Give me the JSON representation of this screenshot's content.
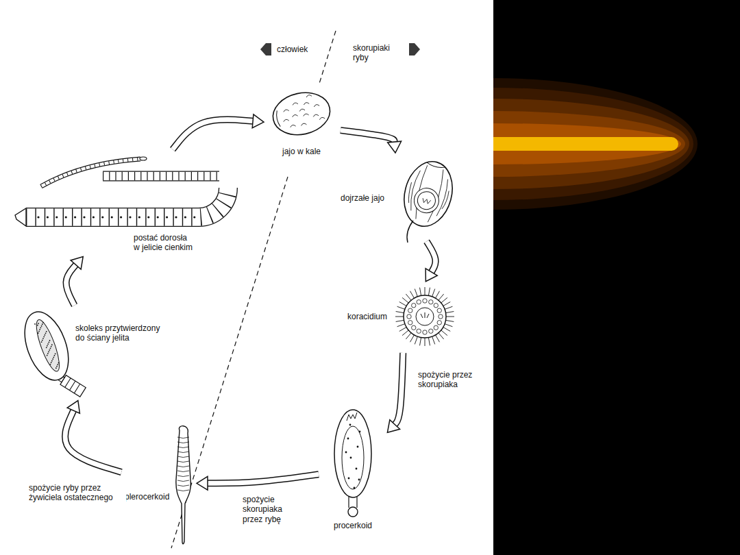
{
  "diagram": {
    "nodes": [
      {
        "text": [
          "jajo w kale"
        ]
      },
      {
        "text": [
          "dojrzałe jajo"
        ]
      },
      {
        "text": [
          "koracidium"
        ]
      },
      {
        "text": [
          "procerkoid"
        ]
      },
      {
        "text": [
          "plerocerkoid"
        ]
      },
      {
        "text": [
          "skoleks przytwierdzony do ściany jelita"
        ]
      },
      {
        "text": [
          "postać dorosła w jelicie cienkim"
        ]
      }
    ],
    "edges": [
      {
        "from": 0,
        "to": 1,
        "arrow": "to"
      },
      {
        "from": 1,
        "to": 2,
        "arrow": "to"
      },
      {
        "from": 2,
        "to": 3,
        "label": "spożycie przez skorupiaka",
        "arrow": "to"
      },
      {
        "from": 3,
        "to": 4,
        "label": "spożycie skorupiaka przez rybę",
        "arrow": "to"
      },
      {
        "from": 4,
        "to": 5,
        "label": "spożycie ryby przez żywiciela ostatecznego",
        "arrow": "to"
      },
      {
        "from": 5,
        "to": 6,
        "arrow": "to"
      },
      {
        "from": 6,
        "to": 0,
        "arrow": "to"
      }
    ],
    "labels": [
      "człowiek",
      "skorupiaki ryby"
    ]
  }
}
